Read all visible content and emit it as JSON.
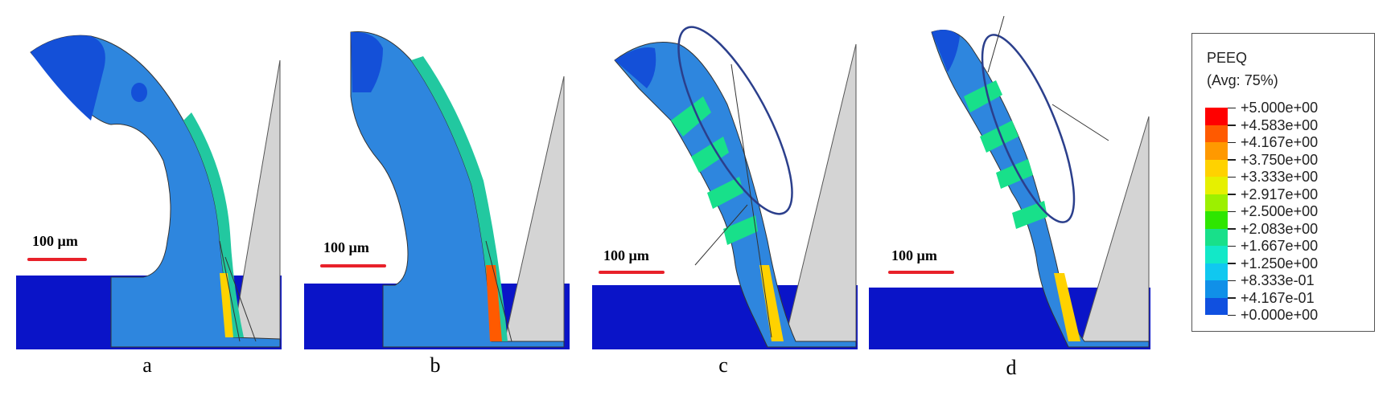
{
  "panels": [
    {
      "id": "a",
      "label": "a",
      "scale_label": "100 µm"
    },
    {
      "id": "b",
      "label": "b",
      "scale_label": "100 µm"
    },
    {
      "id": "c",
      "label": "c",
      "scale_label": "100 µm"
    },
    {
      "id": "d",
      "label": "d",
      "scale_label": "100 µm"
    }
  ],
  "legend": {
    "title": "PEEQ",
    "subtitle": "(Avg: 75%)",
    "values": [
      "+5.000e+00",
      "+4.583e+00",
      "+4.167e+00",
      "+3.750e+00",
      "+3.333e+00",
      "+2.917e+00",
      "+2.500e+00",
      "+2.083e+00",
      "+1.667e+00",
      "+1.250e+00",
      "+8.333e-01",
      "+4.167e-01",
      "+0.000e+00"
    ],
    "colors": [
      "#ff0000",
      "#ff5a00",
      "#ff9900",
      "#ffd200",
      "#e6f000",
      "#9cf000",
      "#2ee600",
      "#18e08a",
      "#12e8c8",
      "#10c8f0",
      "#1090e8",
      "#1050e0",
      "#0000d0"
    ]
  },
  "colors": {
    "base": "#0a14c8",
    "chip_light": "#2e86de",
    "chip_dark": "#1450d8",
    "shear": "#22c8a0",
    "tool": "#d4d4d4",
    "scale_bar": "#e8212a",
    "ellipse": "#2b3f8c"
  }
}
